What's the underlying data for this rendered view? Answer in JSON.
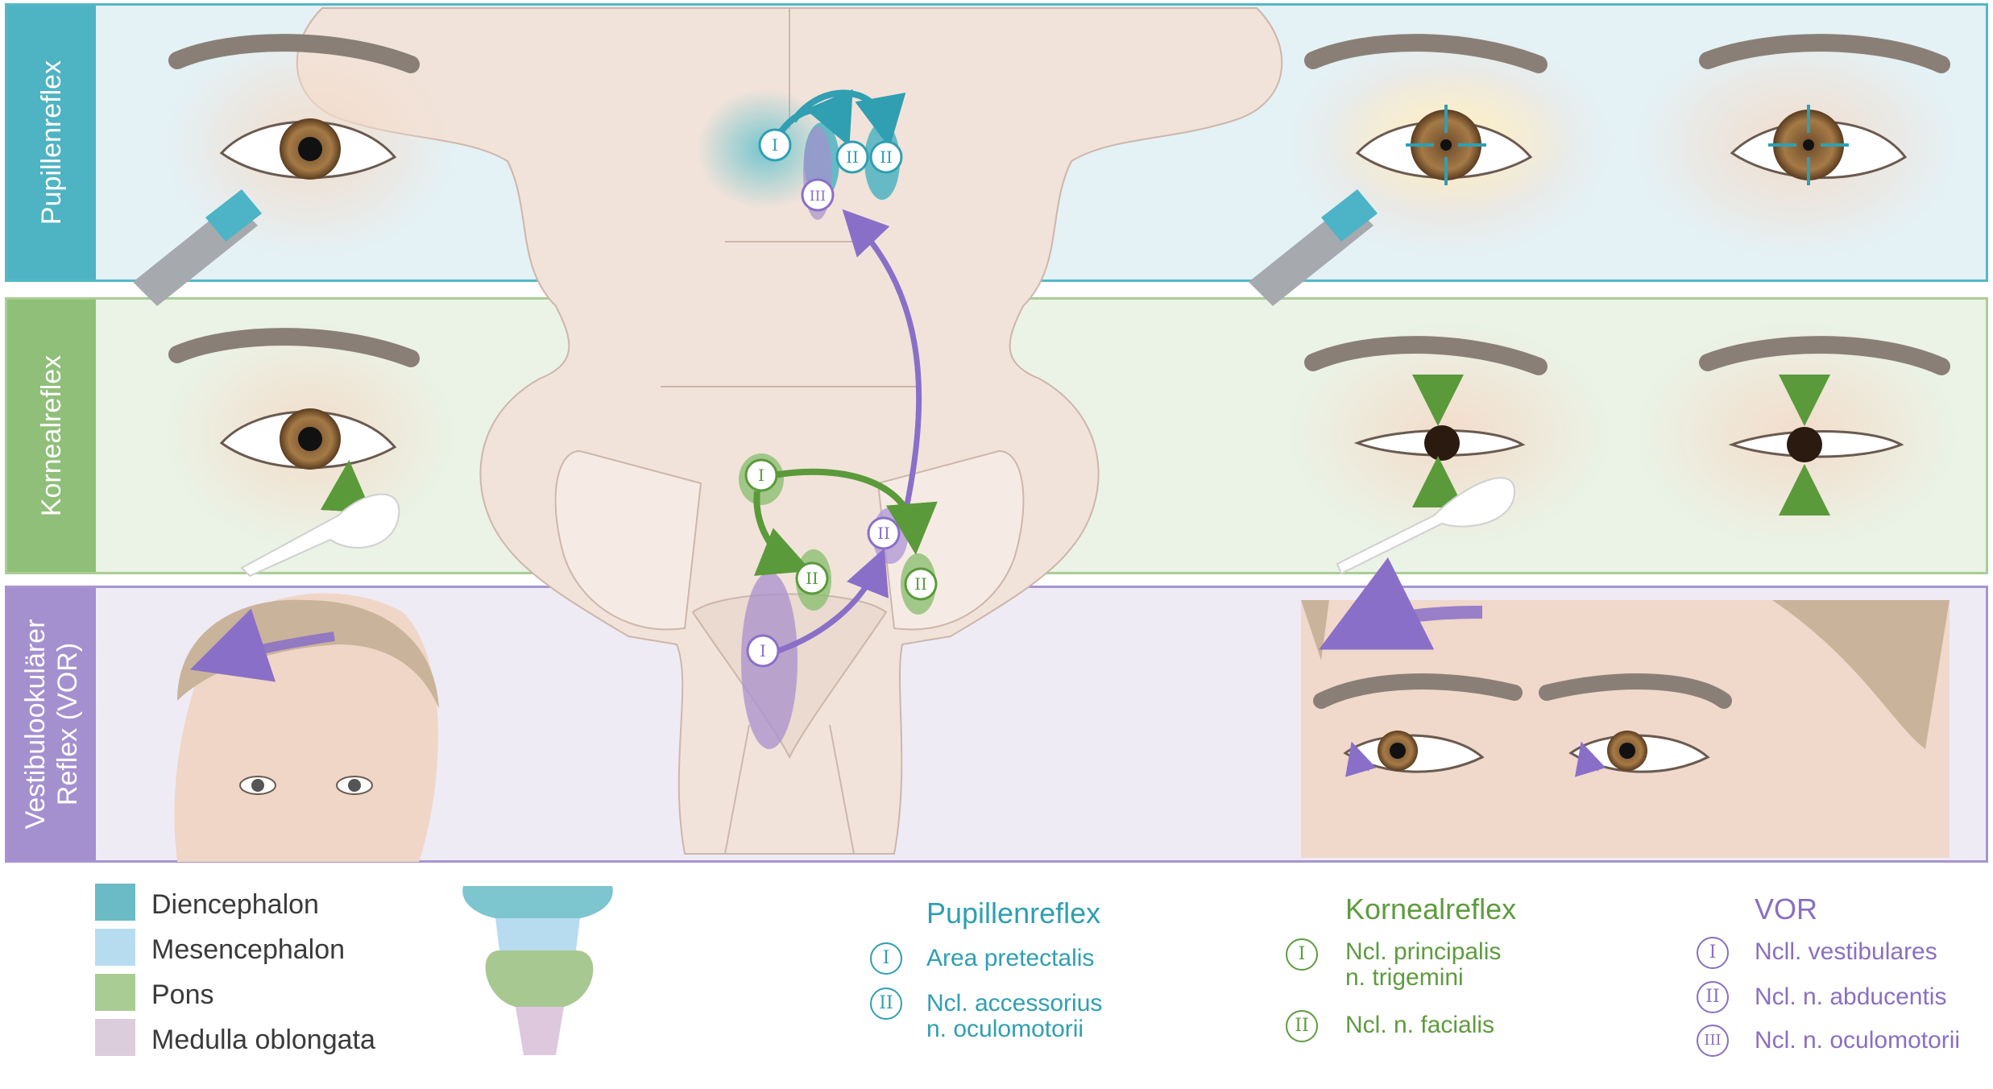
{
  "colors": {
    "pupil": "#3aa6b8",
    "korneal": "#5e9b3f",
    "vor": "#8a6fc0",
    "diencephalon": "#5fb6c2",
    "mesencephalon": "#a9d4ec",
    "pons": "#9fc48a",
    "medulla": "#d8c8d8"
  },
  "bands": {
    "pupil": "Pupillenreflex",
    "korneal": "Kornealreflex",
    "vor_line1": "Vestibulookulärer",
    "vor_line2": "Reflex (VOR)"
  },
  "diagram_numerals": {
    "i": "I",
    "ii": "II",
    "iii": "III"
  },
  "legend": {
    "regions": [
      "Diencephalon",
      "Mesencephalon",
      "Pons",
      "Medulla oblongata"
    ],
    "pupil": {
      "title": "Pupillenreflex",
      "items": [
        {
          "num": "I",
          "lines": [
            "Area pretectalis"
          ]
        },
        {
          "num": "II",
          "lines": [
            "Ncl. accessorius",
            "n. oculomotorii"
          ]
        }
      ]
    },
    "korneal": {
      "title": "Kornealreflex",
      "items": [
        {
          "num": "I",
          "lines": [
            "Ncl. principalis",
            "n. trigemini"
          ]
        },
        {
          "num": "II",
          "lines": [
            "Ncl. n. facialis"
          ]
        }
      ]
    },
    "vor": {
      "title": "VOR",
      "items": [
        {
          "num": "I",
          "lines": [
            "Ncll. vestibulares"
          ]
        },
        {
          "num": "II",
          "lines": [
            "Ncl. n. abducentis"
          ]
        },
        {
          "num": "III",
          "lines": [
            "Ncl. n. oculomotorii"
          ]
        }
      ]
    }
  }
}
